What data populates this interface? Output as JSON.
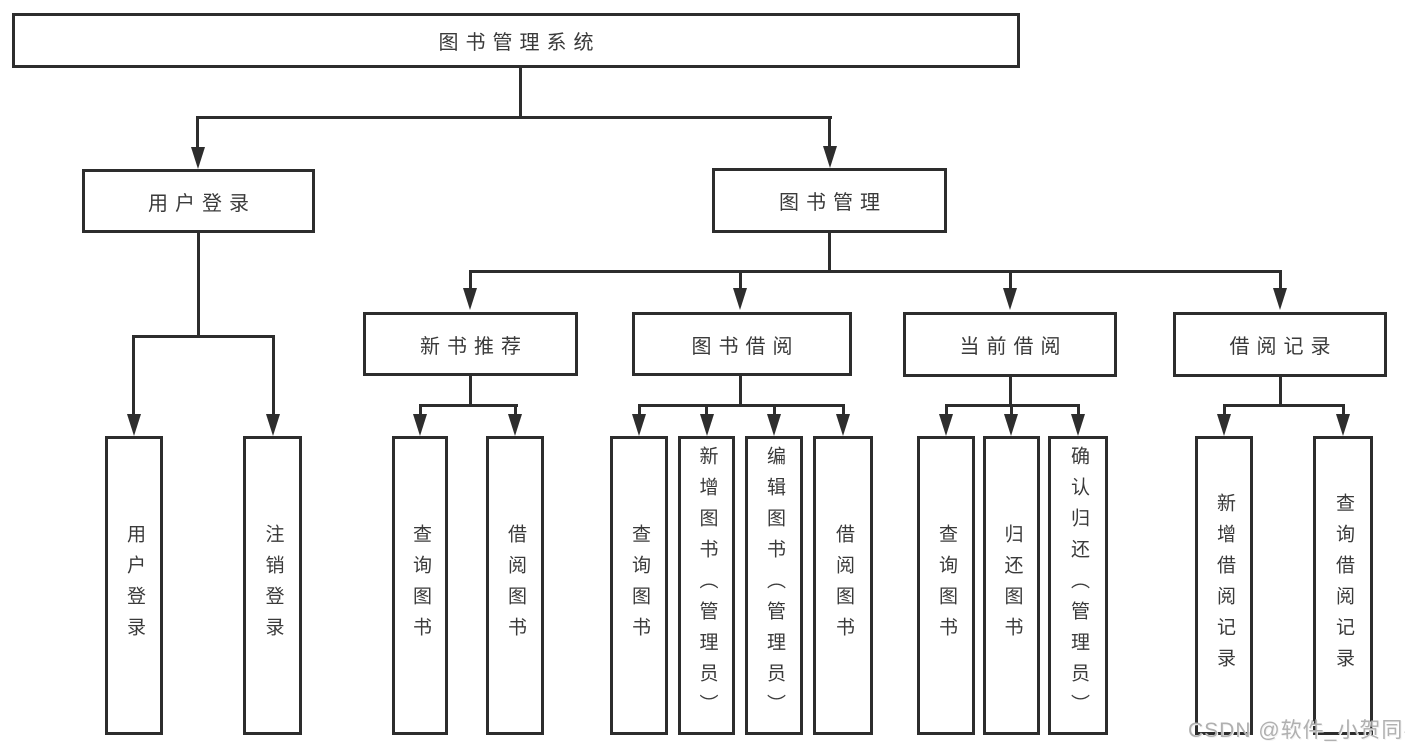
{
  "diagram": {
    "title": "图书管理系统",
    "colors": {
      "line": "#2d2d2d",
      "text": "#3a3a3a",
      "box_background": "#ffffff",
      "page_background": "#ffffff",
      "watermark": "#b0b0b0"
    },
    "root": {
      "label": "图书管理系统"
    },
    "branches": [
      {
        "label": "用户登录",
        "children": [
          "用户登录",
          "注销登录"
        ]
      },
      {
        "label": "图书管理",
        "children": [
          {
            "label": "新书推荐",
            "children": [
              "查询图书",
              "借阅图书"
            ]
          },
          {
            "label": "图书借阅",
            "children": [
              "查询图书",
              "新增图书（管理员）",
              "编辑图书（管理员）",
              "借阅图书"
            ]
          },
          {
            "label": "当前借阅",
            "children": [
              "查询图书",
              "归还图书",
              "确认归还（管理员）"
            ]
          },
          {
            "label": "借阅记录",
            "children": [
              "新增借阅记录",
              "查询借阅记录"
            ]
          }
        ]
      }
    ]
  },
  "watermark": {
    "text": "CSDN @软件_小贺同学"
  }
}
